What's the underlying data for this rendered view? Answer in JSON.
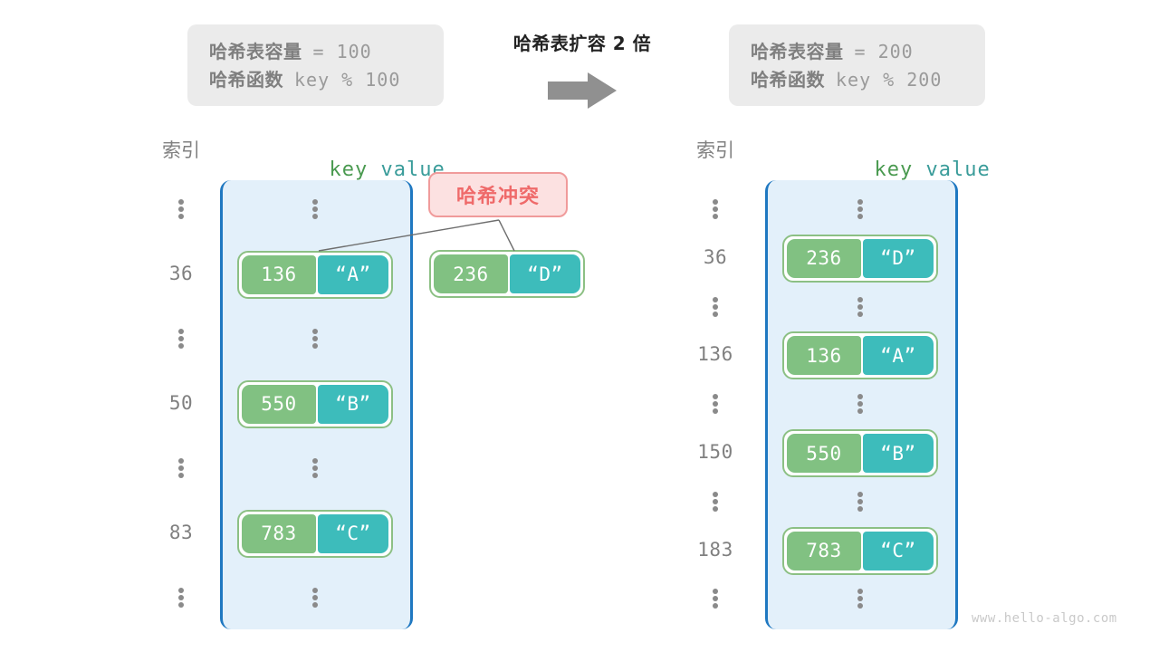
{
  "left_info": {
    "capacity_label": "哈希表容量",
    "capacity_value": "= 100",
    "hash_label": "哈希函数",
    "hash_value": "key % 100"
  },
  "right_info": {
    "capacity_label": "哈希表容量",
    "capacity_value": "= 200",
    "hash_label": "哈希函数",
    "hash_value": "key % 200"
  },
  "center": {
    "title": "哈希表扩容 2 倍",
    "arrow_icon": "right-arrow",
    "arrow_color": "#909090"
  },
  "headers": {
    "index": "索引",
    "key": "key",
    "value": "value"
  },
  "collision_badge": {
    "label": "哈希冲突",
    "bg": "#fce1e1",
    "border": "#f09b9b",
    "text": "#ef6a6a"
  },
  "colors": {
    "key_box": "#81c182",
    "value_box": "#3dbcbb",
    "pair_border": "#8cc084",
    "bracket_border": "#1f78c1",
    "bracket_fill": "#e3f0fa",
    "info_bg": "#ebebeb",
    "muted_text": "#808080"
  },
  "left_table": {
    "rows": [
      {
        "kind": "dots",
        "index": ""
      },
      {
        "kind": "entry",
        "index": "36",
        "key": "136",
        "value": "“A”"
      },
      {
        "kind": "dots",
        "index": ""
      },
      {
        "kind": "entry",
        "index": "50",
        "key": "550",
        "value": "“B”"
      },
      {
        "kind": "dots",
        "index": ""
      },
      {
        "kind": "entry",
        "index": "83",
        "key": "783",
        "value": "“C”"
      },
      {
        "kind": "dots",
        "index": ""
      }
    ]
  },
  "floating_entry": {
    "key": "236",
    "value": "“D”"
  },
  "right_table": {
    "rows": [
      {
        "kind": "dots",
        "index": ""
      },
      {
        "kind": "entry",
        "index": "36",
        "key": "236",
        "value": "“D”"
      },
      {
        "kind": "dots",
        "index": ""
      },
      {
        "kind": "entry",
        "index": "136",
        "key": "136",
        "value": "“A”"
      },
      {
        "kind": "dots",
        "index": ""
      },
      {
        "kind": "entry",
        "index": "150",
        "key": "550",
        "value": "“B”"
      },
      {
        "kind": "dots",
        "index": ""
      },
      {
        "kind": "entry",
        "index": "183",
        "key": "783",
        "value": "“C”"
      },
      {
        "kind": "dots",
        "index": ""
      }
    ]
  },
  "watermark": "www.hello-algo.com"
}
